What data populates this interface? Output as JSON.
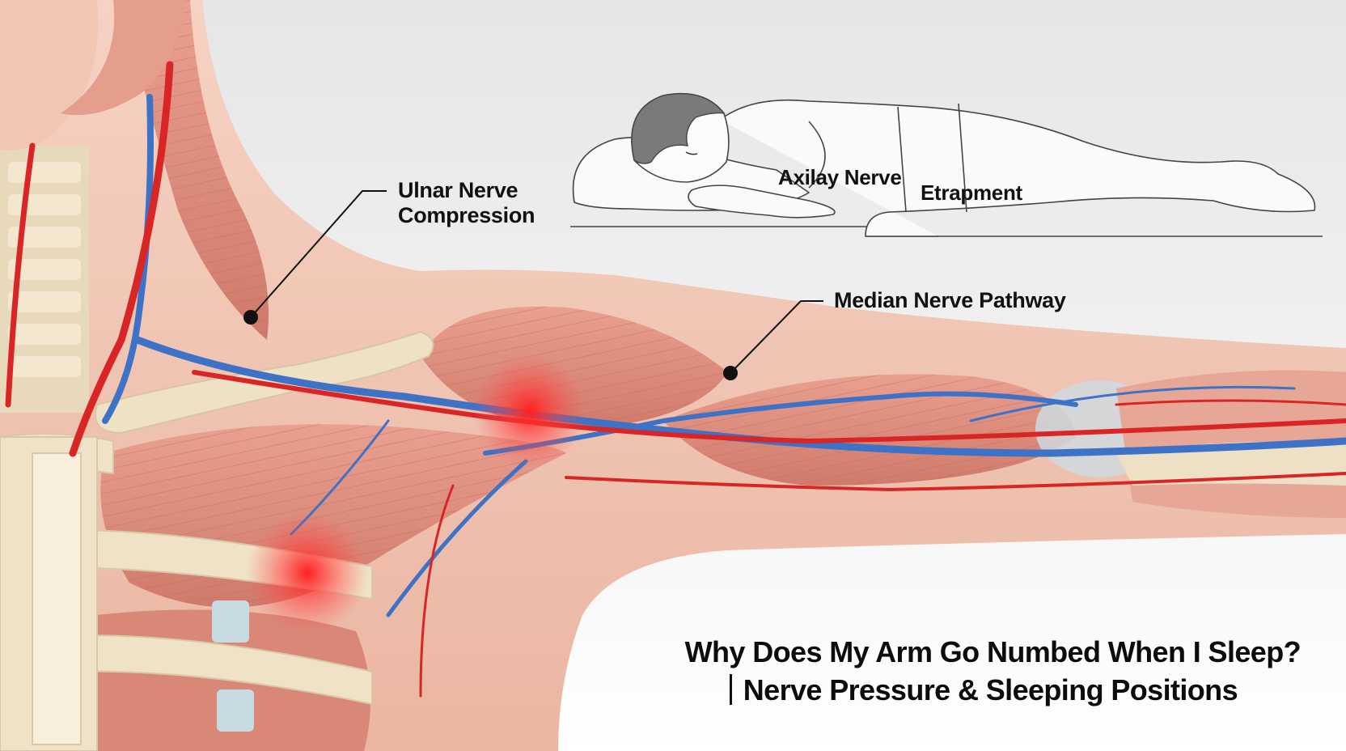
{
  "labels": {
    "ulnar_line1": "Ulnar Nerve",
    "ulnar_line2": "Compression",
    "median": "Median Nerve Pathway",
    "axillary": "Axilay Nerve",
    "entrapment": "Etrapment"
  },
  "title": {
    "line1": "Why Does My Arm Go Numbed When I Sleep?",
    "line2": "Nerve Pressure & Sleeping Positions"
  },
  "colors": {
    "background": "#ececec",
    "skin": "#f2c5b3",
    "muscle": "#e08f80",
    "bone": "#eedfc3",
    "nerve_blue": "#3d72c7",
    "artery_red": "#d92525",
    "pain_glow": "#ff1e1e",
    "text": "#111111"
  }
}
